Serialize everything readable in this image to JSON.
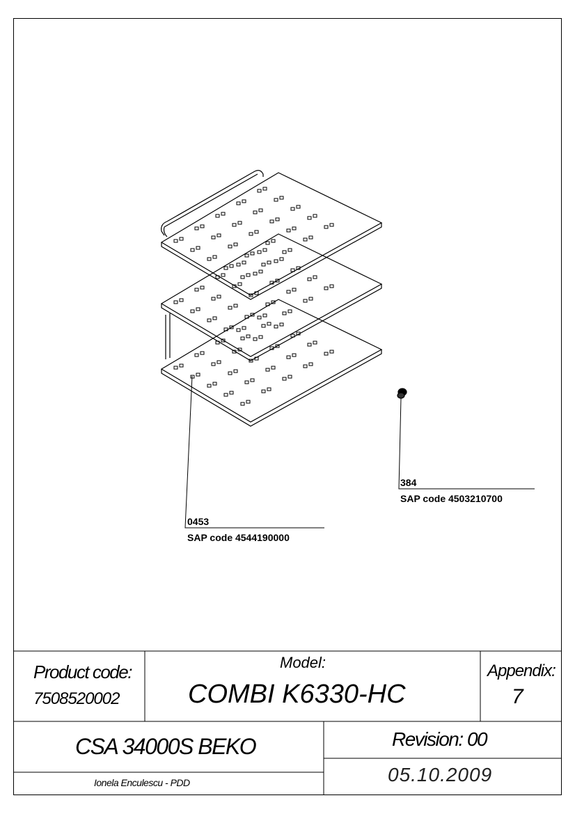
{
  "parts": [
    {
      "number": "0453",
      "sap": "SAP code 4544190000"
    },
    {
      "number": "384",
      "sap": "SAP code 4503210700"
    }
  ],
  "title_block": {
    "product_code_label": "Product code:",
    "product_code": "7508520002",
    "model_label": "Model:",
    "model": "COMBI K6330-HC",
    "appendix_label": "Appendix:",
    "appendix": "7",
    "name": "CSA 34000S BEKO",
    "revision": "Revision: 00",
    "author": "Ionela Enculescu - PDD",
    "date": "05.10.2009"
  }
}
